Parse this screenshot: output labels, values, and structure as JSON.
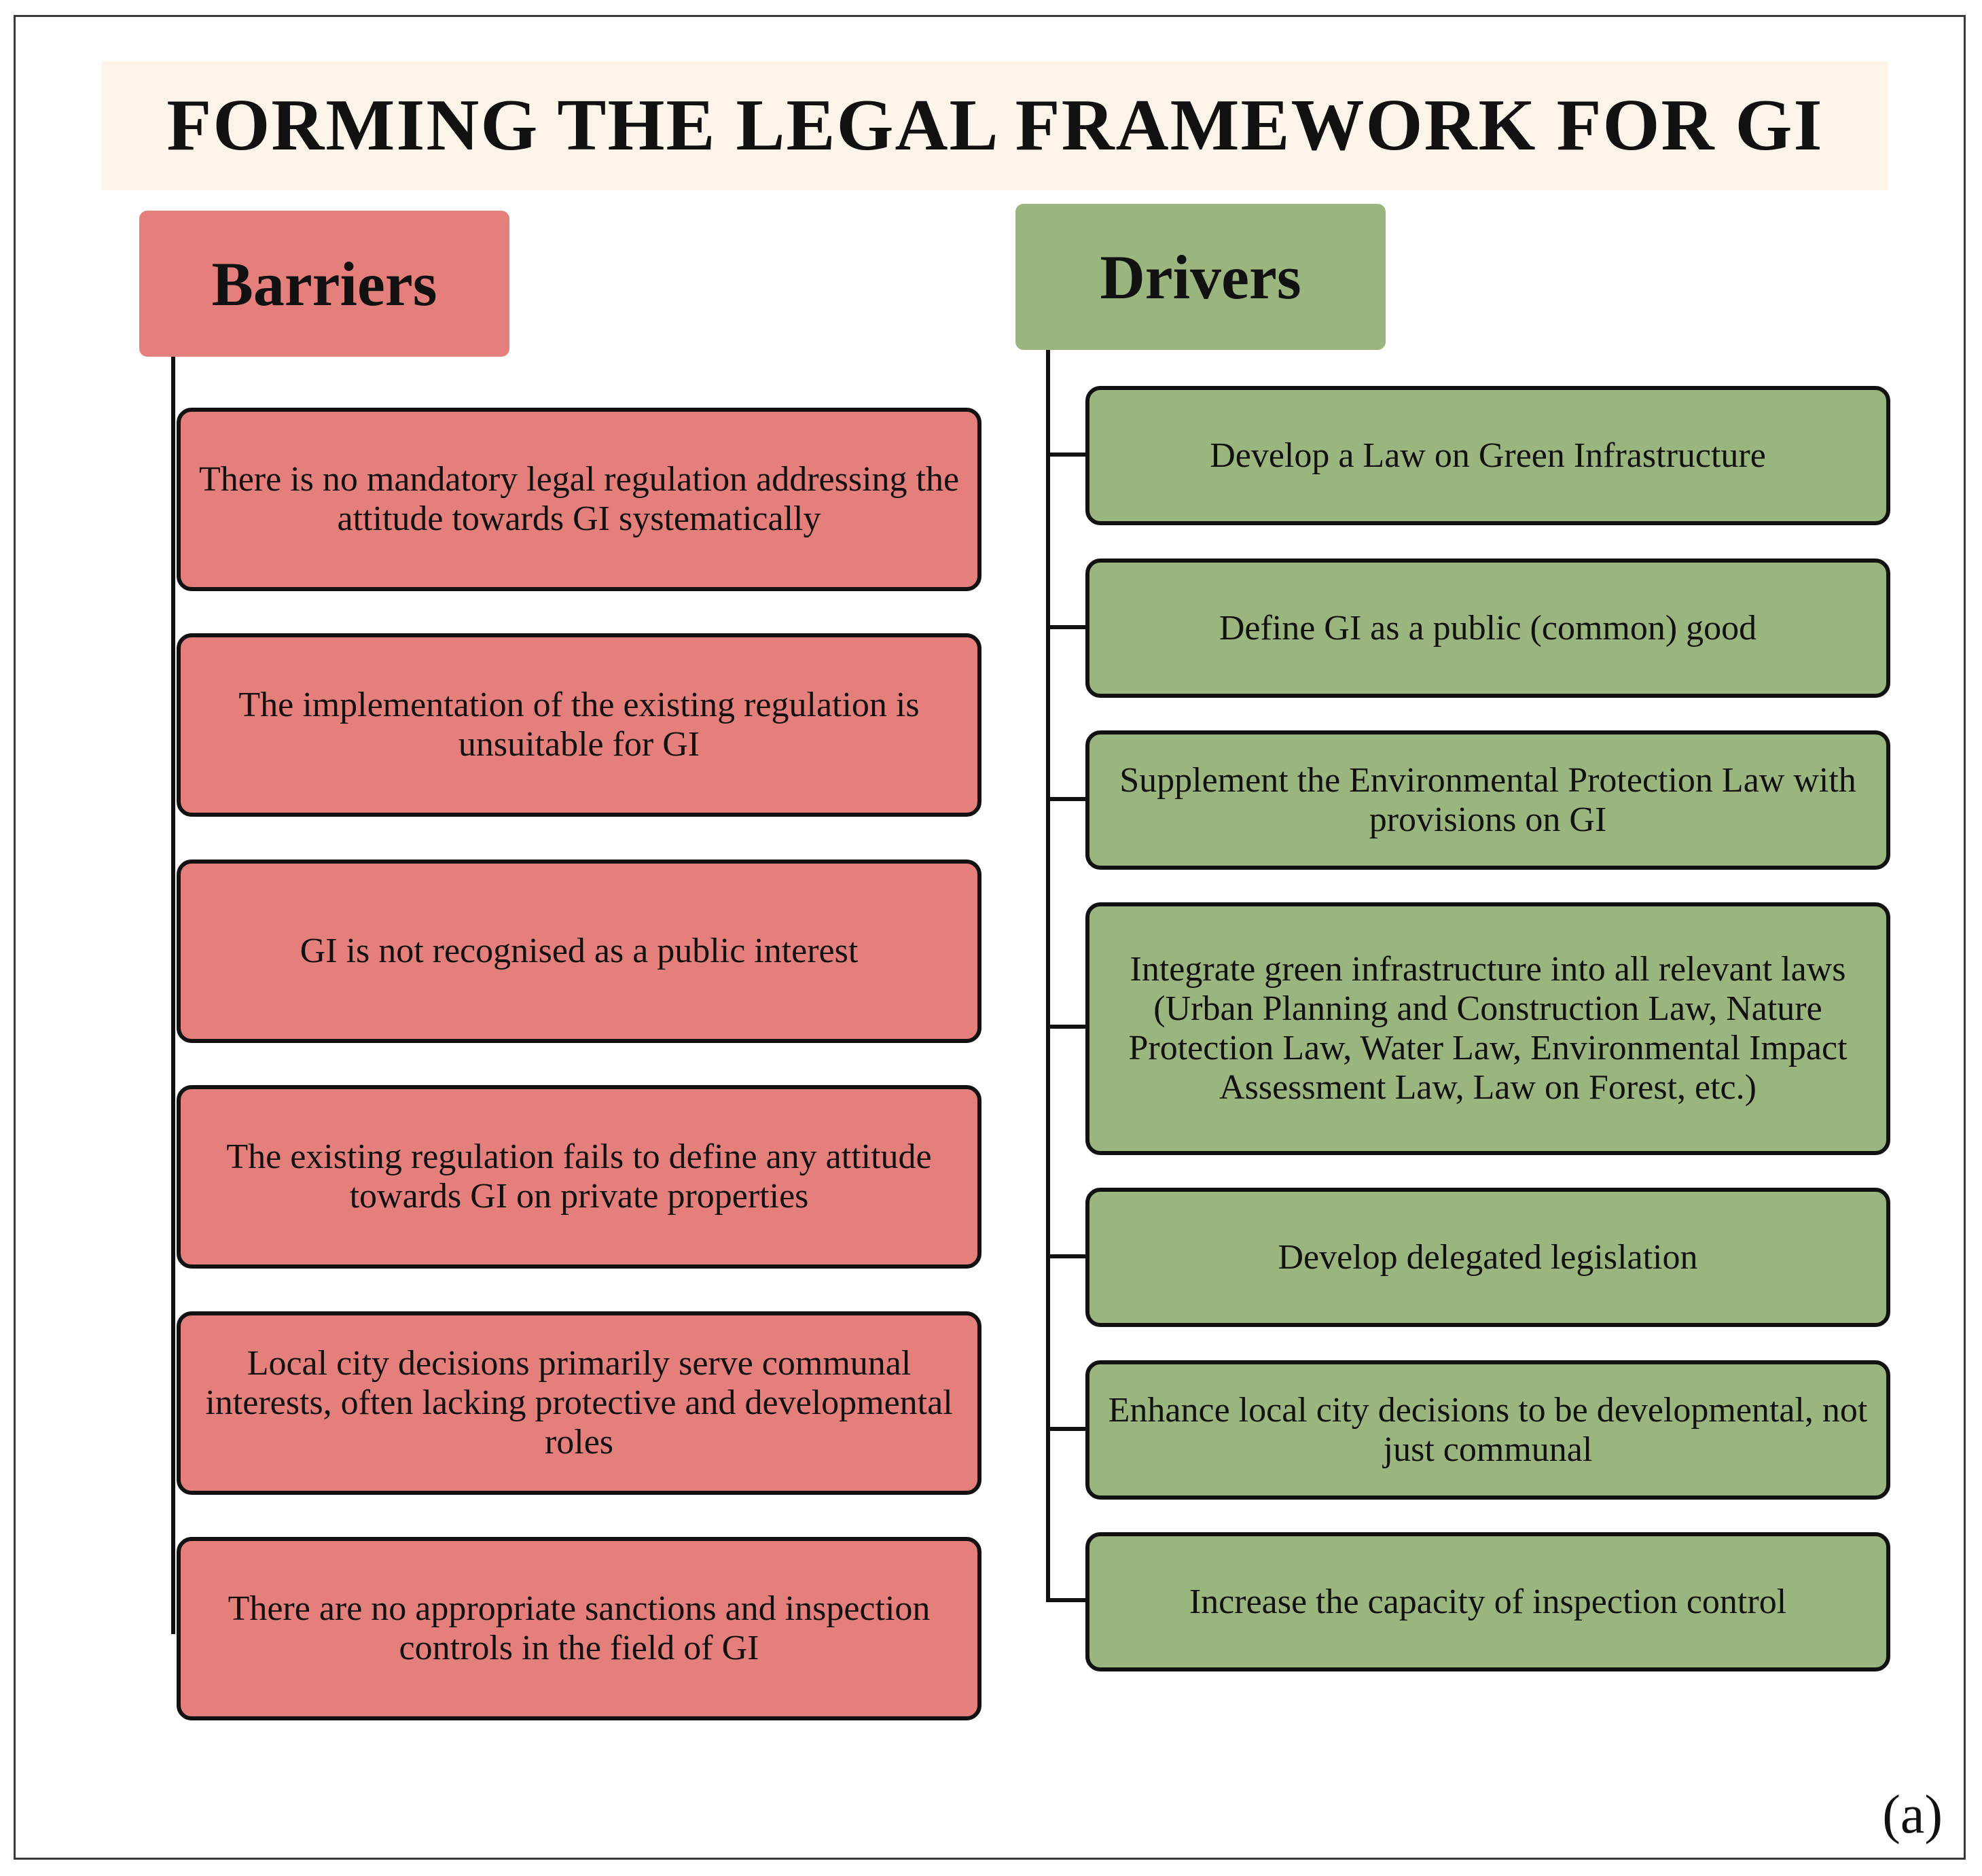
{
  "title": "FORMING THE LEGAL FRAMEWORK FOR GI",
  "barriers": {
    "heading": "Barriers",
    "items": [
      "There is no mandatory legal regulation addressing the attitude towards GI systematically",
      "The implementation of the existing regulation is unsuitable for GI",
      "GI is not recognised as a public interest",
      "The existing regulation fails to define any attitude towards GI on private properties",
      "Local city decisions primarily serve communal interests, often lacking protective and developmental roles",
      "There are no appropriate sanctions and inspection controls in the field of GI"
    ]
  },
  "drivers": {
    "heading": "Drivers",
    "items": [
      "Develop a Law on Green Infrastructure",
      "Define GI as a public (common) good",
      "Supplement the Environmental Protection Law with provisions on GI",
      "Integrate green infrastructure into all relevant laws (Urban Planning and Construction Law, Nature Protection Law, Water Law, Environmental Impact Assessment Law, Law on Forest, etc.)",
      "Develop delegated legislation",
      "Enhance local city decisions to be developmental, not just communal",
      "Increase the capacity of inspection control"
    ]
  },
  "panel_label": "(a)",
  "colors": {
    "barrier": "#e47f7c",
    "driver": "#9bb57f",
    "title_bg": "#fcf4e8"
  }
}
